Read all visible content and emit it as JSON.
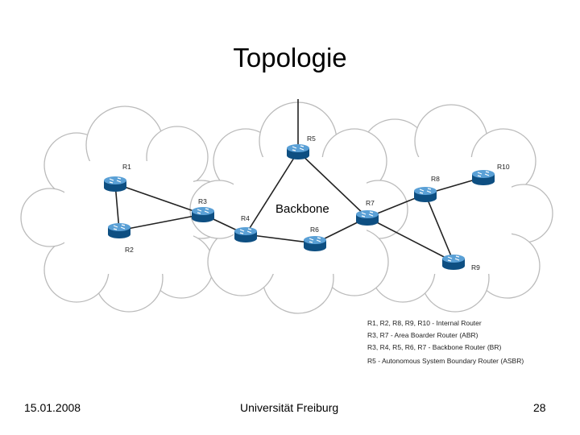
{
  "slide": {
    "title": "Topologie",
    "footer": {
      "date": "15.01.2008",
      "institution": "Universität Freiburg",
      "page_number": "28"
    }
  },
  "diagram": {
    "area_label": "Backbone",
    "routers": [
      {
        "id": "r1",
        "label": "R1"
      },
      {
        "id": "r2",
        "label": "R2"
      },
      {
        "id": "r3",
        "label": "R3"
      },
      {
        "id": "r4",
        "label": "R4"
      },
      {
        "id": "r5",
        "label": "R5"
      },
      {
        "id": "r6",
        "label": "R6"
      },
      {
        "id": "r7",
        "label": "R7"
      },
      {
        "id": "r8",
        "label": "R8"
      },
      {
        "id": "r9",
        "label": "R9"
      },
      {
        "id": "r10",
        "label": "R10"
      }
    ],
    "links": [
      [
        "r1",
        "r2"
      ],
      [
        "r1",
        "r3"
      ],
      [
        "r2",
        "r3"
      ],
      [
        "r3",
        "r4"
      ],
      [
        "r4",
        "r5"
      ],
      [
        "r4",
        "r6"
      ],
      [
        "r5",
        "r7"
      ],
      [
        "r6",
        "r7"
      ],
      [
        "r7",
        "r8"
      ],
      [
        "r7",
        "r9"
      ],
      [
        "r8",
        "r9"
      ],
      [
        "r8",
        "r10"
      ]
    ],
    "legend": [
      "R1, R2, R8, R9, R10 - Internal Router",
      "R3, R7 - Area Boarder Router (ABR)",
      "R3, R4, R5, R6, R7 - Backbone Router (BR)",
      "R5 - Autonomous System Boundary Router (ASBR)"
    ],
    "colors": {
      "router_fill": "#1a6fb0",
      "router_dark": "#0e4f82",
      "router_top": "#5aa0d6",
      "link": "#222222",
      "cloud_stroke": "#bbbbbb"
    }
  }
}
